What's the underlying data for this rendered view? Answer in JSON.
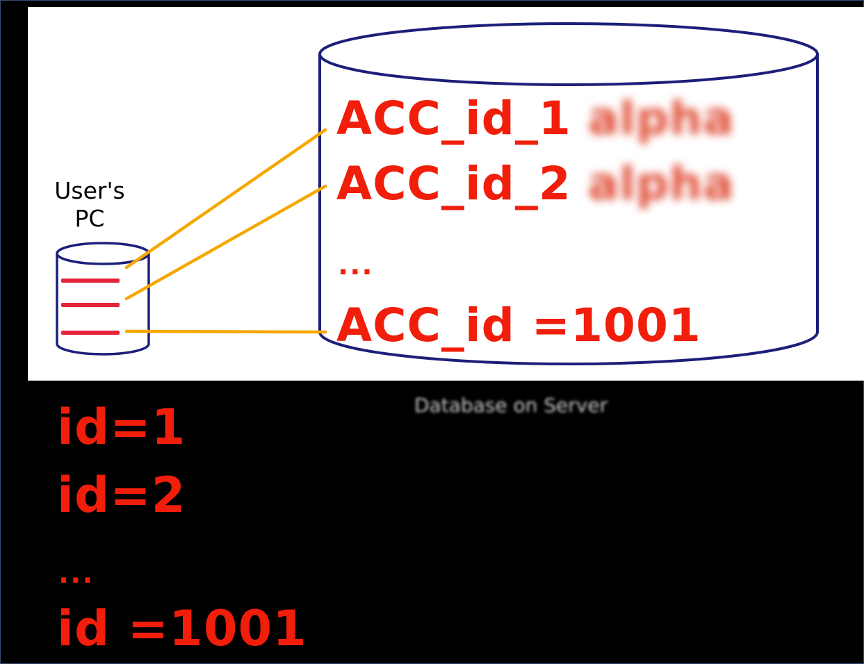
{
  "colors": {
    "background": "#000000",
    "panel": "#ffffff",
    "accent_red": "#f01e0a",
    "connector": "#f5a800",
    "outline": "#1c1f7a"
  },
  "user_pc": {
    "label_line1": "User's",
    "label_line2": "PC",
    "icon": "database-cylinder-icon"
  },
  "server_db": {
    "icon": "database-cylinder-icon",
    "rows": [
      {
        "id_label": "ACC_id_1",
        "value": "alpha"
      },
      {
        "id_label": "ACC_id_2",
        "value": "alpha"
      }
    ],
    "ellipsis": "...",
    "last_row": "ACC_id =1001",
    "caption": "Database on Server"
  },
  "requests": {
    "lines": [
      "id=1",
      "id=2",
      "...",
      "id =1001"
    ]
  }
}
